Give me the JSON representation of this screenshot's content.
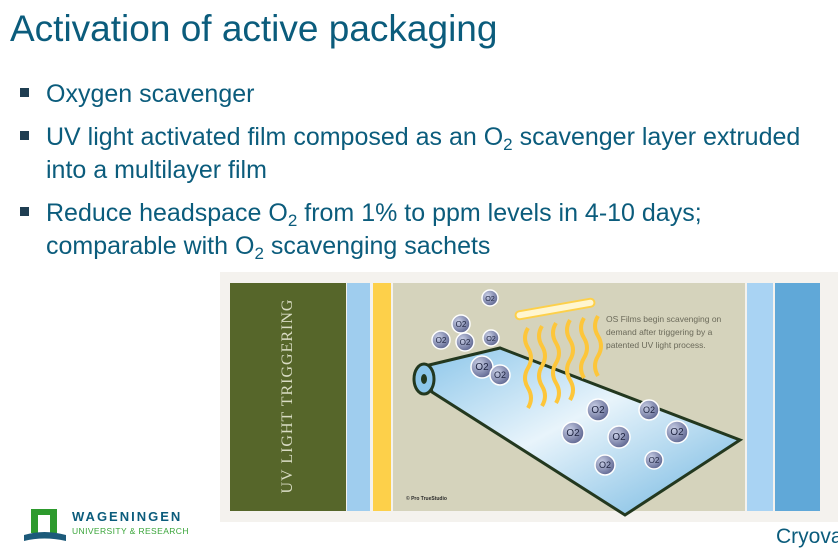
{
  "slide": {
    "title": "Activation of active packaging",
    "bullets": [
      {
        "parts": [
          "Oxygen scavenger"
        ]
      },
      {
        "parts": [
          "UV light activated film composed as an O",
          "2",
          " scavenger layer extruded into a multilayer film"
        ]
      },
      {
        "parts": [
          "Reduce headspace O",
          "2",
          " from 1% to ppm levels in 4-10 days; comparable with O",
          "2",
          " scavenging sachets"
        ]
      }
    ]
  },
  "figure": {
    "side_label": "UV LIGHT TRIGGERING",
    "caption": "OS Films begin scavenging on demand after triggering by a patented UV light process.",
    "molecule_label": "O2",
    "credit": "© Pro TrueStudio",
    "colors": {
      "green": "#56662a",
      "light_blue": "#9fcdee",
      "yellow": "#fdd04a",
      "beige": "#d5d3bc",
      "blue": "#60a8d8"
    }
  },
  "logo": {
    "name": "WAGENINGEN",
    "subtitle": "UNIVERSITY & RESEARCH"
  },
  "footer": {
    "text": "Cryova"
  }
}
